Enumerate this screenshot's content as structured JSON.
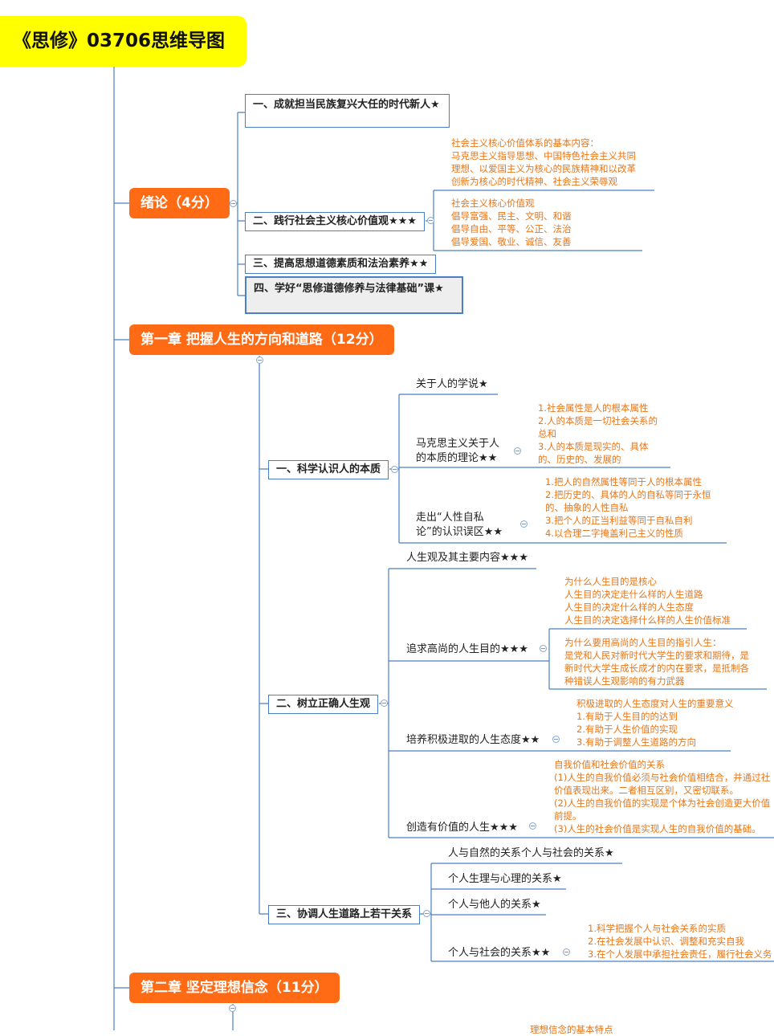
{
  "title": "《思修》03706思维导图",
  "intro": {
    "chapter": "绪论（4分）",
    "sections": [
      "一、成就担当民族复兴大任的时代新人★",
      "二、践行社会主义核心价值观★★★",
      "三、提高思想道德素质和法治素养★★",
      "四、学好“思修道德修养与法律基础”课★"
    ],
    "notes_a": [
      "社会主义核心价值体系的基本内容：",
      "马克思主义指导思想、中国特色社会主义共同",
      "理想、以爱国主义为核心的民族精神和以改革",
      "创新为核心的时代精神、社会主义荣辱观"
    ],
    "notes_b": [
      "社会主义核心价值观",
      "倡导富强、民主、文明、和谐",
      "倡导自由、平等、公正、法治",
      "倡导爱国、敬业、诚信、友善"
    ]
  },
  "ch1": {
    "chapter": "第一章 把握人生的方向和道路（12分）",
    "sec1": {
      "label": "一、科学认识人的本质",
      "t1": "关于人的学说★",
      "t2": [
        "马克思主义关于人",
        "的本质的理论★★"
      ],
      "n2": [
        "1.社会属性是人的根本属性",
        "2.人的本质是一切社会关系的",
        "总和",
        "3.人的本质是现实的、具体",
        "的、历史的、发展的"
      ],
      "t3": [
        "走出“人性自私",
        "论”的认识误区★★"
      ],
      "n3": [
        "1.把人的自然属性等同于人的根本属性",
        "2.把历史的、具体的人的自私等同于永恒",
        "的、抽象的人性自私",
        "3.把个人的正当利益等同于自私自利",
        "4.以合理二字掩盖利己主义的性质"
      ]
    },
    "sec2": {
      "label": "二、树立正确人生观",
      "t1": "人生观及其主要内容★★★",
      "t2": "追求高尚的人生目的★★★",
      "n2a": [
        "为什么人生目的是核心",
        "人生目的决定走什么样的人生道路",
        "人生目的决定什么样的人生态度",
        "人生目的决定选择什么样的人生价值标准"
      ],
      "n2b": [
        "为什么要用高尚的人生目的指引人生：",
        "是党和人民对新时代大学生的要求和期待，是",
        "新时代大学生成长成才的内在要求，是抵制各",
        "种错误人生观影响的有力武器"
      ],
      "t3": "培养积极进取的人生态度★★",
      "n3": [
        "积极进取的人生态度对人生的重要意义",
        "1.有助于人生目的的达到",
        "2.有助于人生价值的实现",
        "3.有助于调整人生道路的方向"
      ],
      "t4": "创造有价值的人生★★★",
      "n4": [
        "自我价值和社会价值的关系",
        "(1)人生的自我价值必须与社会价值相结合，并通过社",
        "价值表现出来。二者相互区别，又密切联系。",
        "(2)人生的自我价值的实现是个体为社会创造更大价值",
        "前提。",
        "(3)人生的社会价值是实现人生的自我价值的基础。"
      ]
    },
    "sec3": {
      "label": "三、协调人生道路上若干关系",
      "t1": "人与自然的关系个人与社会的关系★",
      "t2": "个人生理与心理的关系★",
      "t3": "个人与他人的关系★",
      "t4": "个人与社会的关系★★",
      "n4": [
        "1.科学把握个人与社会关系的实质",
        "2.在社会发展中认识、调整和充实自我",
        "3.在个人发展中承担社会责任，履行社会义务"
      ]
    }
  },
  "ch2": {
    "chapter": "第二章 坚定理想信念（11分）",
    "partial_note": "理想信念的基本特点"
  },
  "colors": {
    "chapter": "#ff6a14",
    "title_bg": "#ffff00",
    "line": "#4a7fc1",
    "note": "#e8761a"
  }
}
